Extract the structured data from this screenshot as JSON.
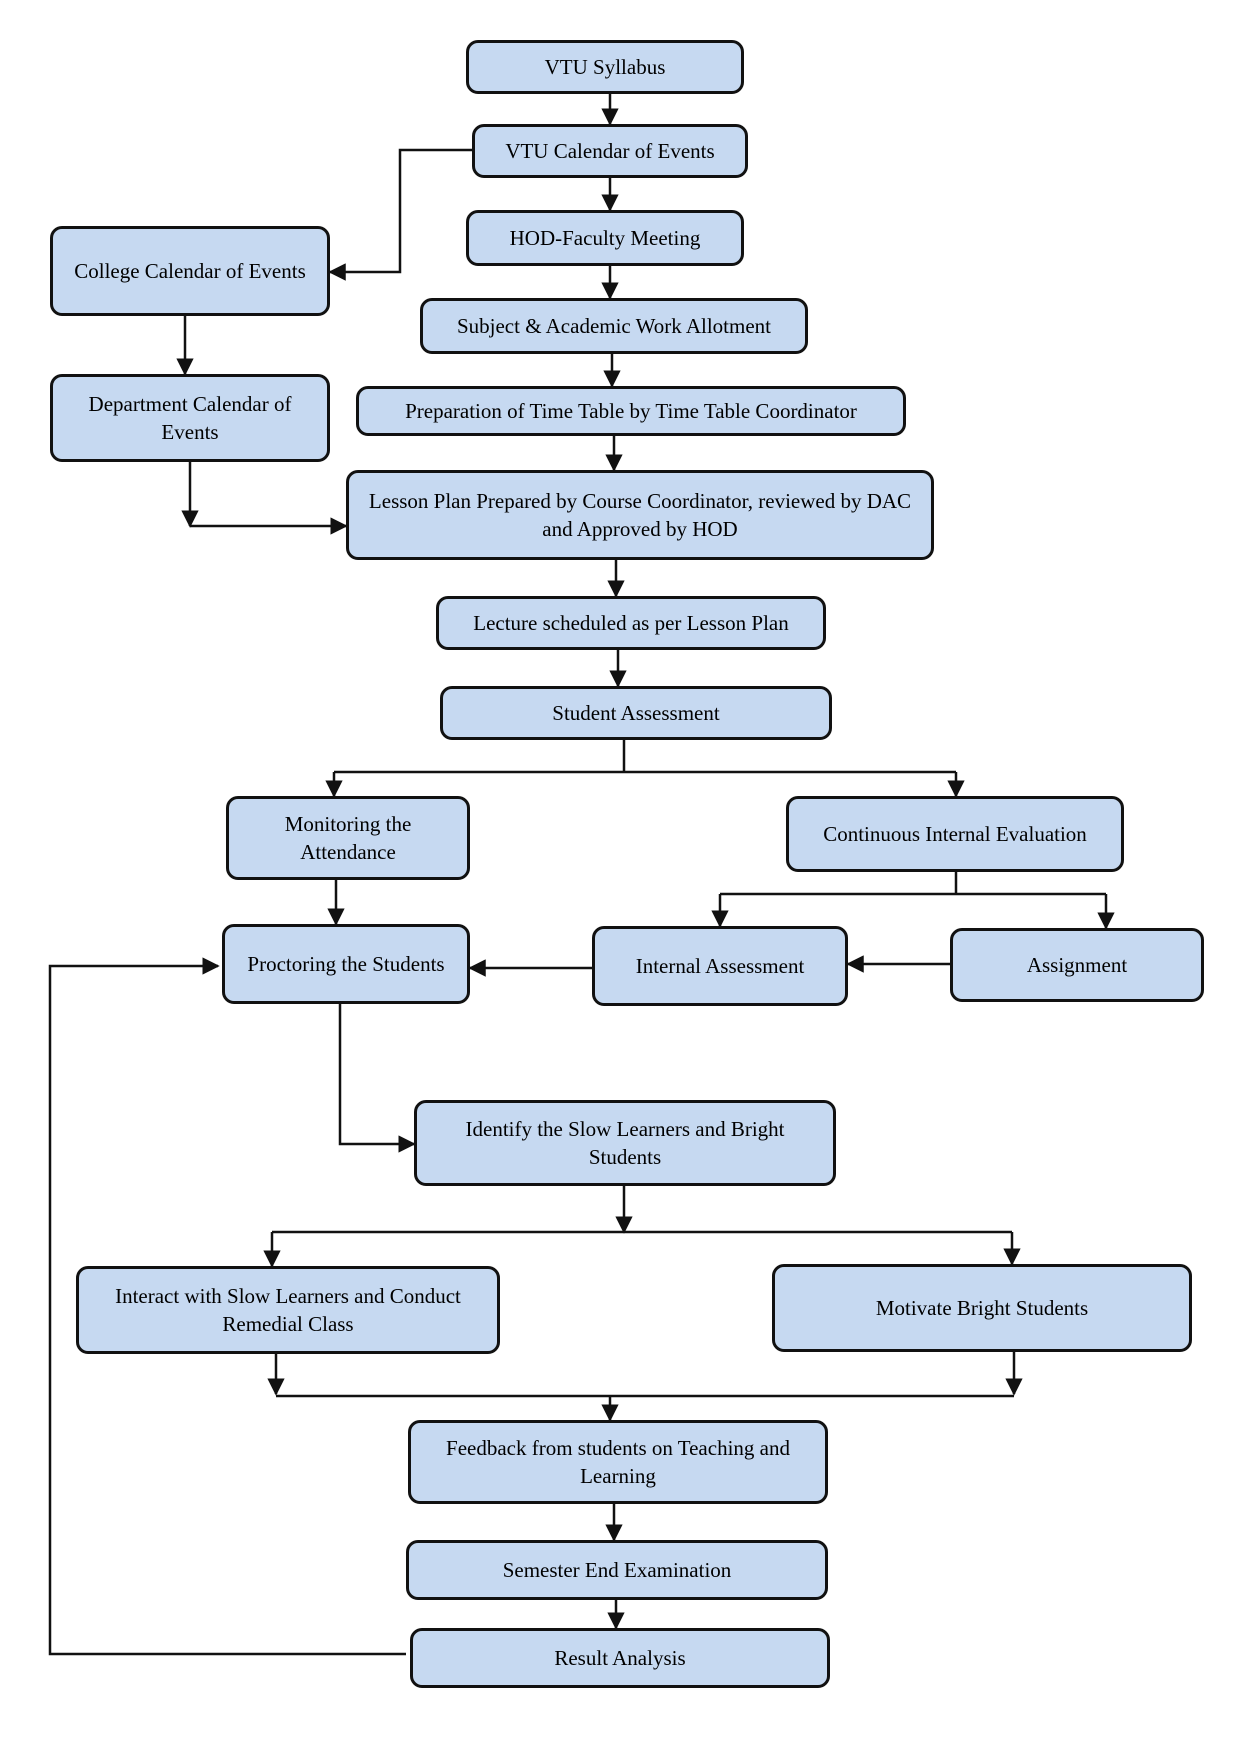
{
  "nodes": {
    "vtu_syllabus": "VTU Syllabus",
    "vtu_calendar": "VTU Calendar of Events",
    "hod_meeting": "HOD-Faculty Meeting",
    "college_calendar": "College Calendar of Events",
    "subject_allotment": "Subject & Academic Work Allotment",
    "dept_calendar": "Department Calendar of Events",
    "time_table": "Preparation of Time Table by Time Table Coordinator",
    "lesson_plan": "Lesson Plan Prepared by Course Coordinator, reviewed by DAC and Approved by HOD",
    "lecture": "Lecture scheduled as per Lesson Plan",
    "student_assessment": "Student Assessment",
    "monitoring": "Monitoring the Attendance",
    "cie": "Continuous Internal Evaluation",
    "proctoring": "Proctoring the Students",
    "internal_assessment": "Internal Assessment",
    "assignment": "Assignment",
    "identify": "Identify the Slow Learners and Bright Students",
    "slow_learners": "Interact with Slow Learners and Conduct Remedial Class",
    "motivate": "Motivate Bright Students",
    "feedback": "Feedback from students on Teaching and Learning",
    "see": "Semester End Examination",
    "result": "Result Analysis"
  },
  "colors": {
    "box_fill": "#c6d9f1",
    "box_border": "#111111",
    "connector": "#111111"
  }
}
